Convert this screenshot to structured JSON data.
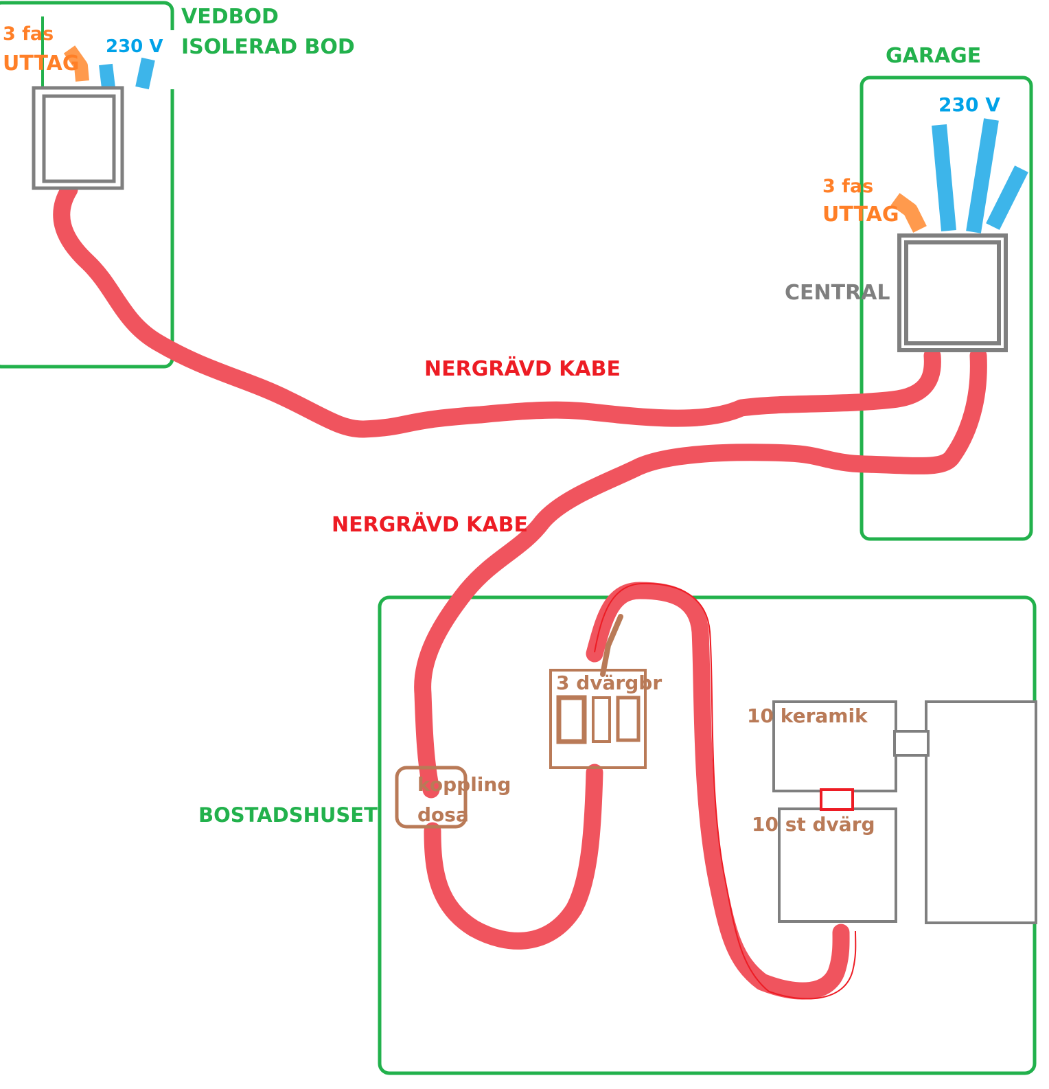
{
  "colors": {
    "building": "#22b14c",
    "cable": "#f0545e",
    "cable_outline": "#ed1c24",
    "power_230": "#3db5ea",
    "power_3fas": "#ff9a4d",
    "panel": "#7f7f7f",
    "brown": "#b97a57",
    "label_red": "#ed1c24",
    "label_orange": "#ff7f27",
    "label_blue": "#00a2e8",
    "label_grey": "#7f7f7f",
    "label_green": "#22b14c"
  },
  "vedbod": {
    "name_line1": "VEDBOD",
    "name_line2": "ISOLERAD BOD",
    "fas_line1": "3 fas",
    "fas_line2": "UTTAG",
    "volt": "230 V"
  },
  "garage": {
    "name": "GARAGE",
    "volt": "230 V",
    "fas_line1": "3 fas",
    "fas_line2": "UTTAG",
    "central": "CENTRAL"
  },
  "cables": {
    "upper": "NERGRÄVD KABE",
    "lower": "NERGRÄVD KABE"
  },
  "house": {
    "name": "BOSTADSHUSET",
    "junction_line1": "koppling",
    "junction_line2": "dosa",
    "breakers": "3 dvärgbr",
    "ceramic": "10 keramik",
    "mini": "10 st dvärg"
  }
}
